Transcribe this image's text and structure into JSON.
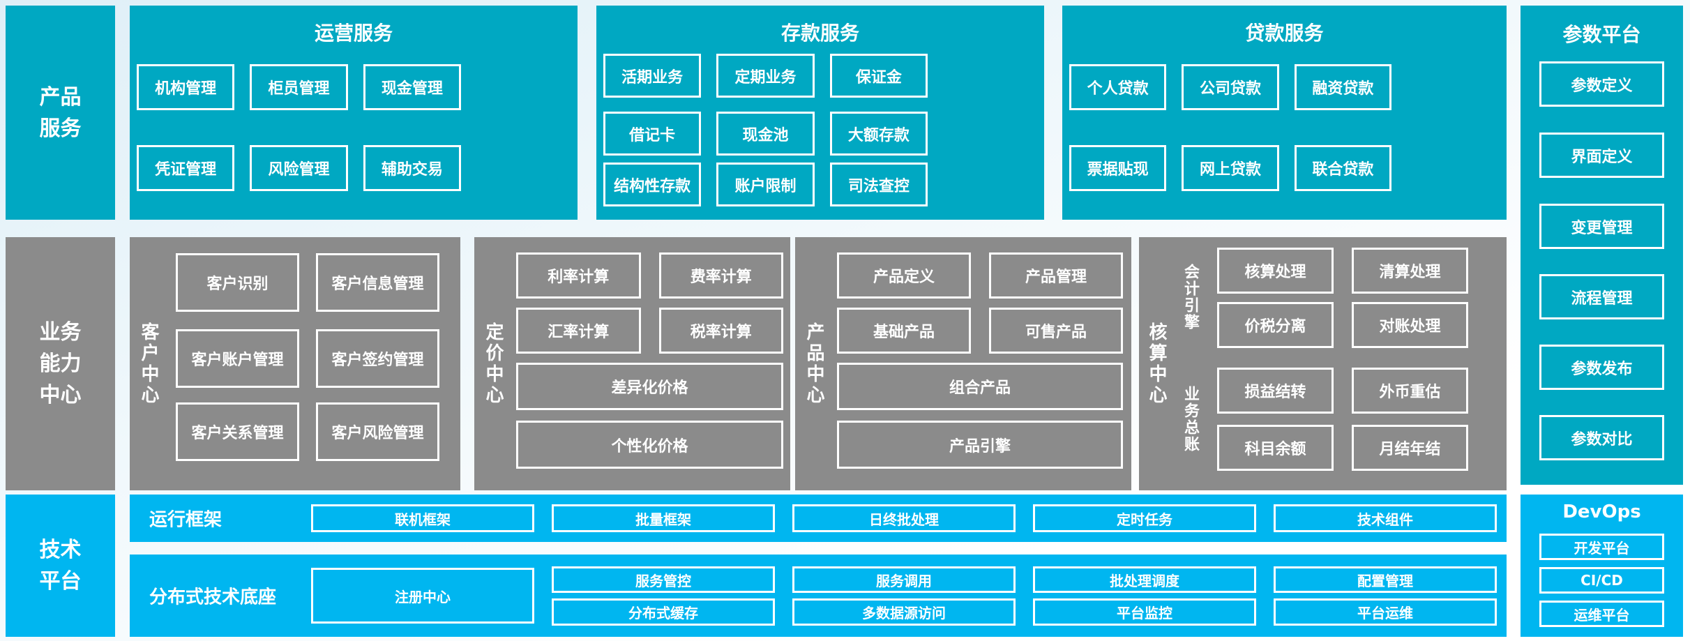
{
  "palette": {
    "teal": "#00a8c2",
    "gray": "#8b8b8b",
    "blue": "#00b6f0",
    "text": "#ffffff"
  },
  "left_column": {
    "product_services": [
      "产品",
      "服务"
    ],
    "business_capability": [
      "业务",
      "能力",
      "中心"
    ],
    "tech_platform": [
      "技术",
      "平台"
    ]
  },
  "product_services_row": {
    "operations": {
      "title": "运营服务",
      "row1": [
        "机构管理",
        "柜员管理",
        "现金管理"
      ],
      "row2": [
        "凭证管理",
        "风险管理",
        "辅助交易"
      ]
    },
    "deposit": {
      "title": "存款服务",
      "row1": [
        "活期业务",
        "定期业务",
        "保证金"
      ],
      "row2": [
        "借记卡",
        "现金池",
        "大额存款"
      ],
      "row3": [
        "结构性存款",
        "账户限制",
        "司法查控"
      ]
    },
    "loan": {
      "title": "贷款服务",
      "row1": [
        "个人贷款",
        "公司贷款",
        "融资贷款"
      ],
      "row2": [
        "票据贴现",
        "网上贷款",
        "联合贷款"
      ]
    }
  },
  "parameter_platform": {
    "title": "参数平台",
    "items": [
      "参数定义",
      "界面定义",
      "变更管理",
      "流程管理",
      "参数发布",
      "参数对比"
    ]
  },
  "business_capability_row": {
    "customer_center": {
      "label": "客户中心",
      "boxes": [
        "客户识别",
        "客户信息管理",
        "客户账户管理",
        "客户签约管理",
        "客户关系管理",
        "客户风险管理"
      ]
    },
    "pricing_center": {
      "label": "定价中心",
      "small_boxes": [
        "利率计算",
        "费率计算",
        "汇率计算",
        "税率计算"
      ],
      "wide_boxes": [
        "差异化价格",
        "个性化价格"
      ]
    },
    "product_center": {
      "label": "产品中心",
      "small_boxes": [
        "产品定义",
        "产品管理",
        "基础产品",
        "可售产品"
      ],
      "wide_boxes": [
        "组合产品",
        "产品引擎"
      ]
    },
    "accounting_center": {
      "label": "核算中心",
      "group1_label": "会计引擎",
      "group1_boxes": [
        "核算处理",
        "清算处理",
        "价税分离",
        "对账处理"
      ],
      "group2_label": "业务总账",
      "group2_boxes": [
        "损益结转",
        "外币重估",
        "科目余额",
        "月结年结"
      ]
    }
  },
  "tech_platform_row": {
    "runtime_framework": {
      "label": "运行框架",
      "boxes": [
        "联机框架",
        "批量框架",
        "日终批处理",
        "定时任务",
        "技术组件"
      ]
    },
    "distributed_base": {
      "label": "分布式技术底座",
      "registry": "注册中心",
      "grid_row1": [
        "服务管控",
        "服务调用",
        "批处理调度",
        "配置管理"
      ],
      "grid_row2": [
        "分布式缓存",
        "多数据源访问",
        "平台监控",
        "平台运维"
      ]
    },
    "devops": {
      "title": "DevOps",
      "items": [
        "开发平台",
        "CI/CD",
        "运维平台"
      ]
    }
  }
}
